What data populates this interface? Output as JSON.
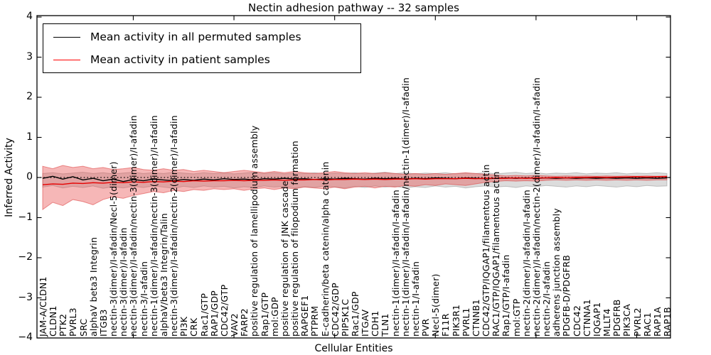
{
  "title": "Nectin adhesion pathway -- 32 samples",
  "axes": {
    "ylabel": "Inferred Activity",
    "xlabel": "Cellular Entities",
    "yticks": [
      4,
      3,
      2,
      1,
      0,
      -1,
      -2,
      -3,
      -4
    ],
    "ylim": [
      -4,
      4
    ]
  },
  "legend": {
    "entries": [
      {
        "label": "Mean activity in all permuted samples",
        "color": "#000000"
      },
      {
        "label": "Mean activity in patient samples",
        "color": "#ff0000"
      }
    ]
  },
  "chart_data": {
    "type": "line",
    "title": "Nectin adhesion pathway -- 32 samples",
    "xlabel": "Cellular Entities",
    "ylabel": "Inferred Activity",
    "ylim": [
      -4,
      4
    ],
    "zero_reference_line": 0,
    "legend_position": "upper left",
    "categories": [
      "JAM-A/CLDN1",
      "CLDN1",
      "PTK2",
      "PVRL3",
      "SRC",
      "alphaV beta3 Integrin",
      "ITGB3",
      "nectin-3(dimer)/I-afadin/Necl-5(dimer)",
      "nectin-3(dimer)/I-afadin",
      "nectin-3(dimer)/I-afadin/nectin-3(dimer)/I-afadin",
      "nectin-3/I-afadin",
      "nectin-1(dimer)/I-afadin/nectin-3(dimer)/I-afadin",
      "alphaV/beta3 Integrin/Talin",
      "nectin-3(dimer)/I-afadin/nectin-2(dimer)/I-afadin",
      "PI3K",
      "CRK",
      "Rac1/GTP",
      "RAP1/GDP",
      "CDC42/GTP",
      "VAV2",
      "FARP2",
      "positive regulation of lamellipodium assembly",
      "Rap1/GTP",
      "mol:GDP",
      "positive regulation of JNK cascade",
      "positive regulation of filopodium formation",
      "RAPGEF1",
      "PTPRM",
      "E-cadherin/beta catenin/alpha catenin",
      "CDC42/GDP",
      "PIP5K1C",
      "Rac1/GDP",
      "ITGAV",
      "CDH1",
      "TLN1",
      "nectin-1(dimer)/I-afadin/I-afadin",
      "nectin-1(dimer)/I-afadin/I-afadin/nectin-1(dimer)/I-afadin",
      "nectin-1/I-afadin",
      "PVR",
      "Necl-5(dimer)",
      "F11R",
      "PIK3R1",
      "PVRL1",
      "CTNNB1",
      "CDC42/GTP/IQGAP1/filamentous actin",
      "RAC1/GTP/IQGAP1/filamentous actin",
      "Rap1/GTP/I-afadin",
      "mol:GTP",
      "nectin-2(dimer)/I-afadin/I-afadin",
      "nectin-2(dimer)/I-afadin/nectin-2(dimer)/I-afadin/I-afadin",
      "nectin-2/I-afadin",
      "adherens junction assembly",
      "PDGFB-D/PDGFRB",
      "CDC42",
      "CTNNA1",
      "IQGAP1",
      "MLLT4",
      "PDGFRB",
      "PIK3CA",
      "PVRL2",
      "RAC1",
      "RAP1A",
      "RAP1B"
    ],
    "series": [
      {
        "name": "Mean activity in all permuted samples",
        "color": "#000000",
        "values": [
          -0.02,
          0.03,
          -0.04,
          0.02,
          -0.06,
          -0.02,
          -0.08,
          -0.04,
          -0.1,
          -0.05,
          -0.08,
          -0.04,
          -0.06,
          -0.08,
          -0.05,
          -0.07,
          -0.04,
          -0.06,
          -0.03,
          -0.05,
          -0.04,
          -0.06,
          -0.03,
          -0.04,
          -0.02,
          -0.04,
          -0.03,
          -0.05,
          -0.03,
          -0.04,
          -0.02,
          -0.03,
          -0.04,
          -0.02,
          -0.03,
          -0.02,
          -0.04,
          -0.02,
          -0.03,
          -0.01,
          -0.02,
          -0.03,
          -0.01,
          -0.02,
          -0.03,
          -0.02,
          -0.01,
          -0.02,
          -0.01,
          -0.02,
          -0.01,
          -0.02,
          -0.01,
          -0.02,
          -0.01,
          -0.02,
          -0.01,
          -0.02,
          -0.01,
          -0.02,
          -0.01,
          -0.02,
          -0.01
        ]
      },
      {
        "name": "Mean activity in patient samples",
        "color": "#e60000",
        "values": [
          -0.18,
          -0.16,
          -0.17,
          -0.14,
          -0.15,
          -0.13,
          -0.14,
          -0.12,
          -0.13,
          -0.11,
          -0.12,
          -0.1,
          -0.11,
          -0.09,
          -0.1,
          -0.08,
          -0.09,
          -0.08,
          -0.08,
          -0.07,
          -0.08,
          -0.07,
          -0.07,
          -0.06,
          -0.07,
          -0.06,
          -0.06,
          -0.05,
          -0.06,
          -0.05,
          -0.05,
          -0.04,
          -0.05,
          -0.04,
          -0.05,
          -0.04,
          -0.04,
          -0.03,
          -0.04,
          -0.03,
          -0.03,
          -0.03,
          -0.02,
          -0.03,
          -0.02,
          -0.02,
          -0.02,
          -0.01,
          -0.02,
          -0.01,
          -0.01,
          0.0,
          -0.01,
          0.0,
          0.0,
          0.01,
          0.0,
          0.01,
          0.01,
          0.02,
          0.01,
          0.02,
          0.02
        ]
      }
    ],
    "bands": [
      {
        "name": "permuted samples range",
        "fill": "rgba(130,130,130,0.28)",
        "edge": "rgba(130,130,130,0.45)",
        "top": [
          0.1,
          0.12,
          0.09,
          0.11,
          0.13,
          0.1,
          0.12,
          0.09,
          0.11,
          0.13,
          0.1,
          0.12,
          0.1,
          0.13,
          0.11,
          0.09,
          0.12,
          0.1,
          0.12,
          0.09,
          0.11,
          0.13,
          0.1,
          0.12,
          0.09,
          0.11,
          0.1,
          0.12,
          0.09,
          0.11,
          0.1,
          0.12,
          0.09,
          0.11,
          0.13,
          0.1,
          0.12,
          0.09,
          0.11,
          0.1,
          0.12,
          0.09,
          0.11,
          0.1,
          0.12,
          0.09,
          0.11,
          0.13,
          0.1,
          0.12,
          0.09,
          0.11,
          0.1,
          0.12,
          0.09,
          0.11,
          0.1,
          0.12,
          0.09,
          0.11,
          0.1,
          0.12,
          0.1
        ],
        "bottom": [
          -0.24,
          -0.2,
          -0.26,
          -0.22,
          -0.25,
          -0.21,
          -0.27,
          -0.23,
          -0.26,
          -0.22,
          -0.25,
          -0.21,
          -0.24,
          -0.27,
          -0.22,
          -0.25,
          -0.21,
          -0.24,
          -0.22,
          -0.26,
          -0.23,
          -0.25,
          -0.21,
          -0.24,
          -0.22,
          -0.26,
          -0.23,
          -0.25,
          -0.21,
          -0.24,
          -0.26,
          -0.22,
          -0.25,
          -0.21,
          -0.24,
          -0.22,
          -0.26,
          -0.23,
          -0.25,
          -0.21,
          -0.24,
          -0.22,
          -0.26,
          -0.23,
          -0.21,
          -0.24,
          -0.22,
          -0.25,
          -0.21,
          -0.23,
          -0.2,
          -0.22,
          -0.24,
          -0.21,
          -0.23,
          -0.2,
          -0.22,
          -0.24,
          -0.21,
          -0.23,
          -0.2,
          -0.22,
          -0.21
        ]
      },
      {
        "name": "patient samples range",
        "fill": "rgba(232,74,74,0.40)",
        "edge": "rgba(220,60,60,0.55)",
        "top": [
          0.28,
          0.22,
          0.3,
          0.25,
          0.28,
          0.22,
          0.25,
          0.2,
          0.22,
          0.25,
          0.2,
          0.18,
          0.22,
          0.18,
          0.2,
          0.15,
          0.18,
          0.15,
          0.12,
          0.15,
          0.18,
          0.15,
          0.12,
          0.15,
          0.12,
          0.15,
          0.12,
          0.1,
          0.12,
          0.15,
          0.12,
          0.1,
          0.12,
          0.1,
          0.12,
          0.1,
          0.08,
          0.1,
          0.08,
          0.1,
          0.08,
          0.1,
          0.12,
          0.1,
          0.08,
          0.06,
          0.04,
          0.05,
          0.04,
          0.05,
          0.04,
          0.03,
          0.04,
          0.03,
          0.04,
          0.03,
          0.04,
          0.03,
          0.04,
          0.03,
          0.04,
          0.03,
          0.04
        ],
        "bottom": [
          -0.8,
          -0.62,
          -0.7,
          -0.55,
          -0.6,
          -0.68,
          -0.55,
          -0.48,
          -0.52,
          -0.45,
          -0.4,
          -0.35,
          -0.38,
          -0.32,
          -0.35,
          -0.3,
          -0.32,
          -0.28,
          -0.3,
          -0.28,
          -0.32,
          -0.28,
          -0.26,
          -0.3,
          -0.26,
          -0.28,
          -0.24,
          -0.26,
          -0.28,
          -0.24,
          -0.28,
          -0.24,
          -0.22,
          -0.26,
          -0.22,
          -0.24,
          -0.2,
          -0.22,
          -0.18,
          -0.2,
          -0.16,
          -0.18,
          -0.2,
          -0.16,
          -0.12,
          -0.1,
          -0.08,
          -0.09,
          -0.08,
          -0.09,
          -0.07,
          -0.06,
          -0.07,
          -0.06,
          -0.07,
          -0.06,
          -0.07,
          -0.06,
          -0.07,
          -0.06,
          -0.07,
          -0.06,
          -0.06
        ]
      }
    ]
  }
}
